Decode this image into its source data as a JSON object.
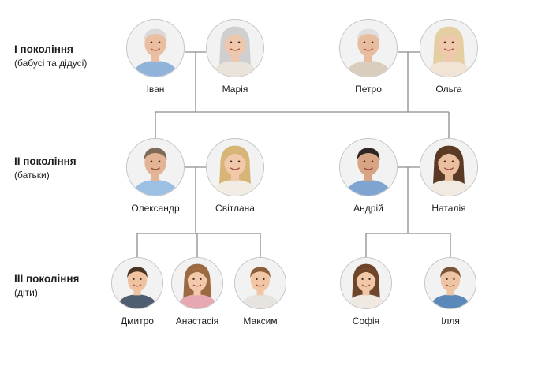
{
  "generations": [
    {
      "title": "I покоління",
      "subtitle": "(бабусі та дідусі)"
    },
    {
      "title": "II покоління",
      "subtitle": "(батьки)"
    },
    {
      "title": "III покоління",
      "subtitle": "(діти)"
    }
  ],
  "people": {
    "ivan": {
      "name": "Іван",
      "icon": "elderly-man-photo-icon",
      "colors": {
        "hair": "#d9d9d9",
        "skin": "#e9bea1",
        "shirt": "#8fb3d9"
      }
    },
    "mariia": {
      "name": "Марія",
      "icon": "elderly-woman-photo-icon",
      "colors": {
        "hair": "#cfcfcf",
        "skin": "#efc7ad",
        "shirt": "#e9e3dc"
      }
    },
    "petro": {
      "name": "Петро",
      "icon": "elderly-man-photo-icon",
      "colors": {
        "hair": "#dedede",
        "skin": "#e8bc9e",
        "shirt": "#d9cdbd"
      }
    },
    "olha": {
      "name": "Ольга",
      "icon": "elderly-woman-photo-icon",
      "colors": {
        "hair": "#e3cfa1",
        "skin": "#f0c8ab",
        "shirt": "#f1e4d6"
      }
    },
    "oleksandr": {
      "name": "Олександр",
      "icon": "man-photo-icon",
      "colors": {
        "hair": "#7d6a58",
        "skin": "#e2b394",
        "shirt": "#9cc0e3"
      }
    },
    "svitlana": {
      "name": "Світлана",
      "icon": "woman-photo-icon",
      "colors": {
        "hair": "#d7b577",
        "skin": "#f1c9aa",
        "shirt": "#f3ece4"
      }
    },
    "andrii": {
      "name": "Андрій",
      "icon": "man-photo-icon",
      "colors": {
        "hair": "#2e2622",
        "skin": "#d8a483",
        "shirt": "#7fa4cf"
      }
    },
    "nataliia": {
      "name": "Наталія",
      "icon": "woman-photo-icon",
      "colors": {
        "hair": "#5a3a24",
        "skin": "#eabf9f",
        "shirt": "#f1eae1"
      }
    },
    "dmytro": {
      "name": "Дмитро",
      "icon": "boy-photo-icon",
      "colors": {
        "hair": "#4b3424",
        "skin": "#efc3a2",
        "shirt": "#4f5d70"
      }
    },
    "anastasiia": {
      "name": "Анастасія",
      "icon": "girl-photo-icon",
      "colors": {
        "hair": "#9c6a42",
        "skin": "#f2c9ab",
        "shirt": "#e6a9b3"
      }
    },
    "maksym": {
      "name": "Максим",
      "icon": "boy-photo-icon",
      "colors": {
        "hair": "#8d5f39",
        "skin": "#f1c6a6",
        "shirt": "#e7e4df"
      }
    },
    "sofiia": {
      "name": "Софія",
      "icon": "girl-photo-icon",
      "colors": {
        "hair": "#6e4528",
        "skin": "#f1c7a8",
        "shirt": "#efe9e2"
      }
    },
    "illia": {
      "name": "Ілля",
      "icon": "boy-photo-icon",
      "colors": {
        "hair": "#7a5434",
        "skin": "#efc4a4",
        "shirt": "#5a88b8"
      }
    }
  },
  "colors": {
    "connector": "#8c8c8c",
    "avatar_border": "#c4c4c4",
    "avatar_bg": "#f2f2f2"
  }
}
